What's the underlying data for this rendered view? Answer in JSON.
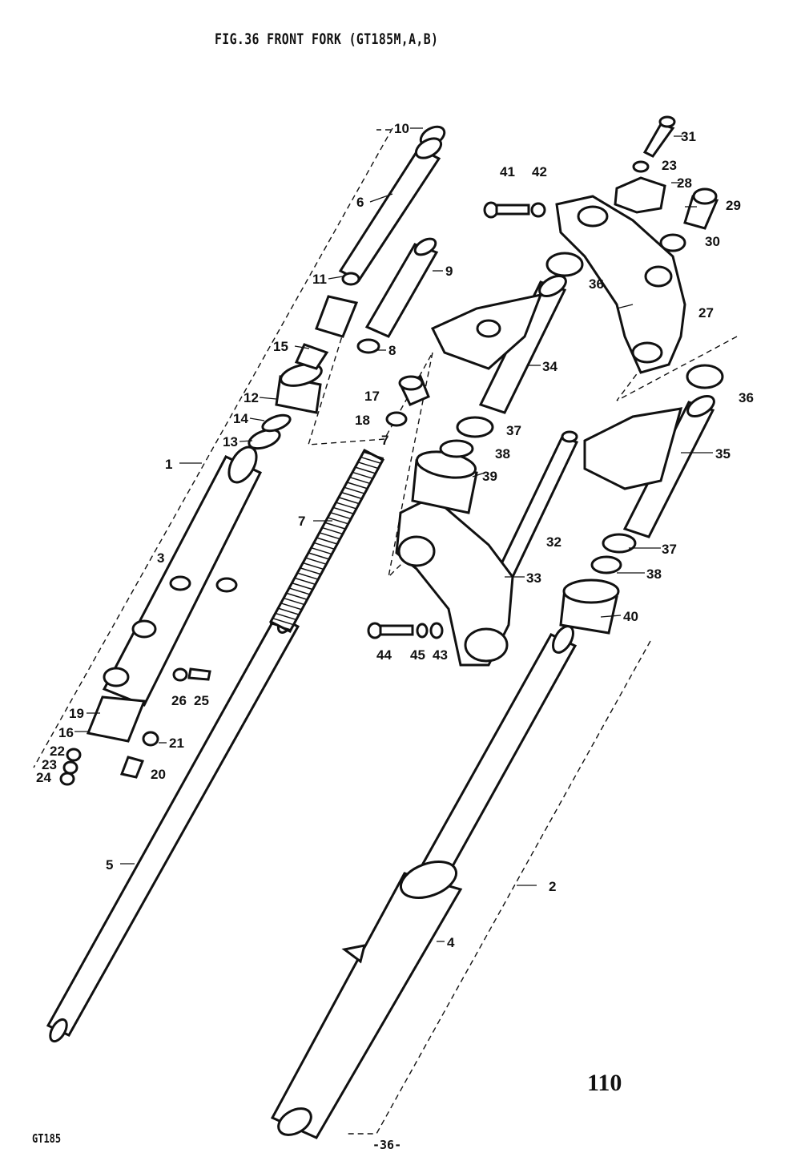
{
  "header": {
    "title": "FIG.36  FRONT FORK (GT185M,A,B)"
  },
  "footer": {
    "page_number": "110",
    "model": "GT185",
    "sheet": "-36-"
  },
  "callouts": {
    "c1": "1",
    "c2": "2",
    "c3": "3",
    "c4": "4",
    "c5": "5",
    "c6": "6",
    "c7a": "7",
    "c7b": "7",
    "c8": "8",
    "c9": "9",
    "c10": "10",
    "c11": "11",
    "c12": "12",
    "c13": "13",
    "c14": "14",
    "c15": "15",
    "c16": "16",
    "c17": "17",
    "c18": "18",
    "c19": "19",
    "c20": "20",
    "c21": "21",
    "c22": "22",
    "c23a": "23",
    "c23b": "23",
    "c24": "24",
    "c25": "25",
    "c26": "26",
    "c27": "27",
    "c28": "28",
    "c29": "29",
    "c30": "30",
    "c31": "31",
    "c32": "32",
    "c33": "33",
    "c34": "34",
    "c35": "35",
    "c36a": "36",
    "c36b": "36",
    "c37a": "37",
    "c37b": "37",
    "c38a": "38",
    "c38b": "38",
    "c39": "39",
    "c40": "40",
    "c41": "41",
    "c42": "42",
    "c43": "43",
    "c44": "44",
    "c45": "45"
  }
}
